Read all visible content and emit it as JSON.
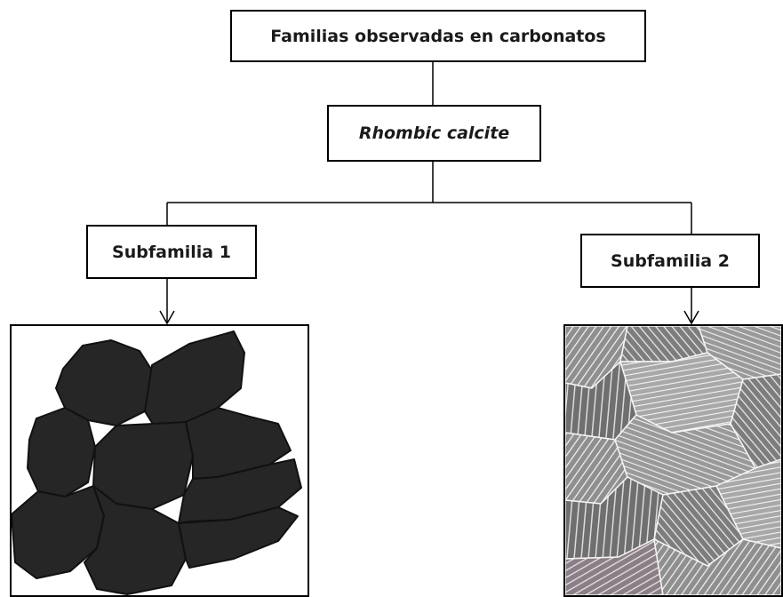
{
  "diagram": {
    "root": {
      "label": "Familias observadas en carbonatos"
    },
    "family": {
      "label": "Rhombic calcite"
    },
    "subfamilies": [
      {
        "label": "Subfamilia 1",
        "illustration": "dark-polygonal-grains"
      },
      {
        "label": "Subfamilia 2",
        "illustration": "grey-striated-crystal-mosaic"
      }
    ]
  },
  "colors": {
    "grain_fill": "#262626",
    "grain_outline": "#111111",
    "mosaic_background": "#9a9a9a",
    "stripe_light": "#f2f2f2",
    "stripe_dark": "#5a5a5a"
  }
}
